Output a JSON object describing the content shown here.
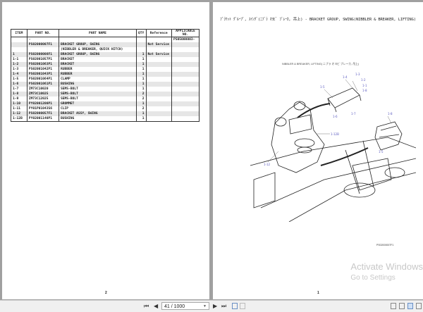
{
  "left_page": {
    "table": {
      "headers": [
        "ITEM",
        "PART NO.",
        "PART NAME",
        "QTY",
        "Reference",
        "APPLICABLE NO."
      ],
      "rows": [
        {
          "item": "",
          "part_no": "-",
          "part_name": "",
          "qty": "",
          "reference": "",
          "applicable": "PS05000003-"
        },
        {
          "item": "",
          "part_no": "PS02000007F1",
          "part_name": "BRACKET GROUP, SWING",
          "qty": "",
          "reference": "Not Service",
          "applicable": ""
        },
        {
          "item": "",
          "part_no": "",
          "part_name": "(NIBBLER & BREAKER, QUICK HITCH)",
          "qty": "",
          "reference": "",
          "applicable": ""
        },
        {
          "item": "1",
          "part_no": "PS02000008F1",
          "part_name": "BRACKET GROUP, SWING",
          "qty": "1",
          "reference": "Not Service",
          "applicable": ""
        },
        {
          "item": "1-1",
          "part_no": "PS02001057P1",
          "part_name": "BRACKET",
          "qty": "1",
          "reference": "",
          "applicable": ""
        },
        {
          "item": "1-2",
          "part_no": "PS02001063P1",
          "part_name": "BRACKET",
          "qty": "1",
          "reference": "",
          "applicable": ""
        },
        {
          "item": "1-3",
          "part_no": "PS02001042P1",
          "part_name": "RUBBER",
          "qty": "1",
          "reference": "",
          "applicable": ""
        },
        {
          "item": "1-4",
          "part_no": "PS02001043P1",
          "part_name": "RUBBER",
          "qty": "1",
          "reference": "",
          "applicable": ""
        },
        {
          "item": "1-5",
          "part_no": "PS02001064P1",
          "part_name": "CLAMP",
          "qty": "1",
          "reference": "",
          "applicable": ""
        },
        {
          "item": "1-6",
          "part_no": "PS02001061P1",
          "part_name": "BUSHING",
          "qty": "1",
          "reference": "",
          "applicable": ""
        },
        {
          "item": "1-7",
          "part_no": "ZM73C10020",
          "part_name": "SEMS-BOLT",
          "qty": "1",
          "reference": "",
          "applicable": ""
        },
        {
          "item": "1-8",
          "part_no": "ZM73C10025",
          "part_name": "SEMS-BOLT",
          "qty": "2",
          "reference": "",
          "applicable": ""
        },
        {
          "item": "1-9",
          "part_no": "ZM73C12025",
          "part_name": "SEMS-BOLT",
          "qty": "2",
          "reference": "",
          "applicable": ""
        },
        {
          "item": "1-10",
          "part_no": "PY02001200P1",
          "part_name": "GROMMET",
          "qty": "1",
          "reference": "",
          "applicable": ""
        },
        {
          "item": "1-11",
          "part_no": "PY01P01043S6",
          "part_name": "CLIP",
          "qty": "2",
          "reference": "",
          "applicable": ""
        },
        {
          "item": "1-12",
          "part_no": "PS02000057F1",
          "part_name": "BRACKET ASSY, SWING",
          "qty": "1",
          "reference": "",
          "applicable": ""
        },
        {
          "item": "1-12B",
          "part_no": "PY02001140P1",
          "part_name": "BUSHING",
          "qty": "1",
          "reference": "",
          "applicable": ""
        }
      ]
    },
    "page_number": "2"
  },
  "right_page": {
    "title": "ﾌﾞﾗｹｯﾄ ｸﾞﾙｰﾌﾟ, ｽｲﾝｸﾞ(ﾆﾌﾞﾗ ｵﾖﾋﾞ ﾌﾞﾚｰｶ, 吊上) - BRACKET GROUP, SWING(NIBBLER & BREAKER, LIFTING)",
    "subtitle": "NIBBLER & BREAKER, LIFTING) ニブラ オヨビ ブレーカ, 吊上)",
    "callouts": [
      "1-1",
      "1-2",
      "1-3",
      "1-4",
      "1-5",
      "1-6",
      "1-7",
      "1-8",
      "1-12",
      "1-12B"
    ],
    "reference_code": "PS02000007F1",
    "page_number": "1"
  },
  "watermark": {
    "line1": "Activate Windows",
    "line2": "Go to Settings"
  },
  "toolbar": {
    "page_indicator": "41 / 1000",
    "first_icon": "first-page-icon",
    "prev_icon": "prev-page-icon",
    "next_icon": "next-page-icon",
    "last_icon": "last-page-icon"
  }
}
